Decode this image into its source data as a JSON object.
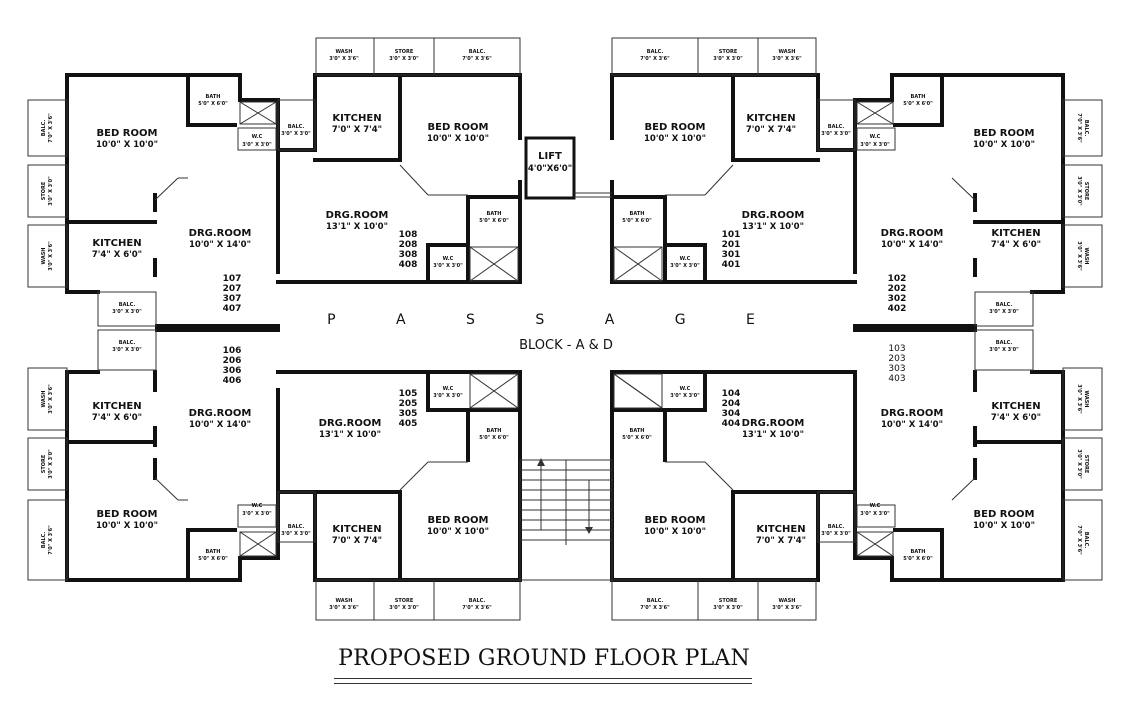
{
  "title": "PROPOSED GROUND FLOOR PLAN",
  "passage": "P A S S A G E",
  "block": "BLOCK - A & D",
  "lift": {
    "name": "LIFT",
    "size": "4'0\"X6'0\""
  },
  "rooms": {
    "bedroom": "BED ROOM",
    "bedroom_size": "10'0\" X 10'0\"",
    "kitchen": "KITCHEN",
    "kitchen_small_size": "7'4\" X 6'0\"",
    "kitchen_large_size": "7'0\" X 7'4\"",
    "drg": "DRG.ROOM",
    "drg_side_size": "10'0\" X 14'0\"",
    "drg_center_size": "13'1\" X 10'0\"",
    "bath": "BATH",
    "bath_size": "5'0\" X 6'0\"",
    "wc": "W.C",
    "wc_size": "3'0\" X 3'0\"",
    "balc": "BALC.",
    "balc_size": "7'0\" X 3'6\"",
    "balc_small_size": "3'0\" X 3'0\"",
    "store": "STORE",
    "store_size": "3'0\" X 3'0\"",
    "wash": "WASH",
    "wash_size": "3'0\" X 3'6\""
  },
  "flats": {
    "f108": [
      "108",
      "208",
      "308",
      "408"
    ],
    "f101": [
      "101",
      "201",
      "301",
      "401"
    ],
    "f107": [
      "107",
      "207",
      "307",
      "407"
    ],
    "f102": [
      "102",
      "202",
      "302",
      "402"
    ],
    "f106": [
      "106",
      "206",
      "306",
      "406"
    ],
    "f103": [
      "103",
      "203",
      "303",
      "403"
    ],
    "f105": [
      "105",
      "205",
      "305",
      "405"
    ],
    "f104": [
      "104",
      "204",
      "304",
      "404"
    ]
  },
  "colors": {
    "wall": "#111111",
    "line": "#333333",
    "background": "#ffffff"
  },
  "icons": [
    "up-arrow-icon",
    "down-arrow-icon"
  ]
}
